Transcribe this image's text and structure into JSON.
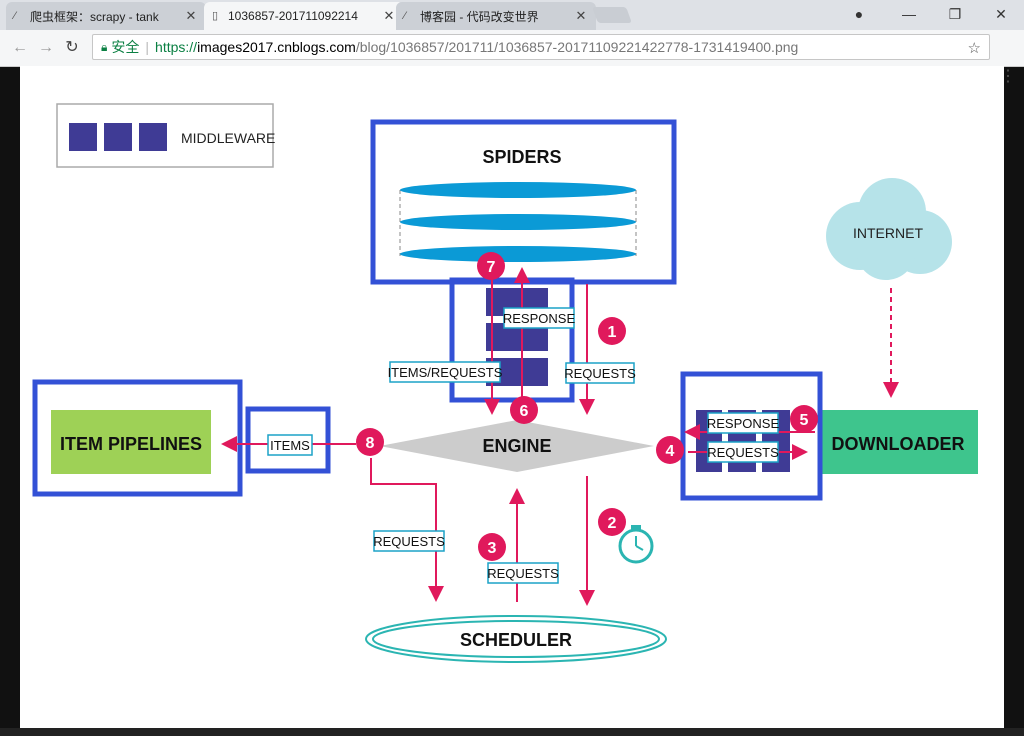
{
  "tabs": [
    {
      "title": "爬虫框架：scrapy - tank",
      "active": false
    },
    {
      "title": "1036857-201711092214",
      "active": true
    },
    {
      "title": "博客园 - 代码改变世界",
      "active": false
    }
  ],
  "toolbar": {
    "secure_label": "安全",
    "url_scheme": "https://",
    "url_host": "images2017.cnblogs.com",
    "url_path": "/blog/1036857/201711/1036857-20171109221422778-1731419400.png"
  },
  "diagram": {
    "legend_label": "MIDDLEWARE",
    "spiders": "SPIDERS",
    "internet": "INTERNET",
    "item_pipelines": "ITEM PIPELINES",
    "engine": "ENGINE",
    "downloader": "DOWNLOADER",
    "scheduler": "SCHEDULER",
    "labels": {
      "response_top": "RESPONSE",
      "items_requests": "ITEMS/REQUESTS",
      "requests_top": "REQUESTS",
      "items": "ITEMS",
      "response_dl": "RESPONSE",
      "requests_dl": "REQUESTS",
      "requests_left": "REQUESTS",
      "requests_mid": "REQUESTS"
    },
    "steps": [
      "1",
      "2",
      "3",
      "4",
      "5",
      "6",
      "7",
      "8"
    ]
  },
  "colors": {
    "middleware": "#3f3b95",
    "spider_disc": "#0b9ad6",
    "pipeline": "#9ed156",
    "downloader": "#3ec58d",
    "step": "#e0195c",
    "highlight": "#3351d6",
    "cloud": "#b6e3e9"
  }
}
